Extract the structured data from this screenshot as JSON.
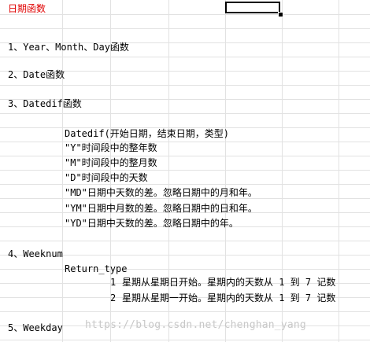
{
  "title": "日期函数",
  "sections": {
    "s1": "1、Year、Month、Day函数",
    "s2": "2、Date函数",
    "s3": "3、Datedif函数",
    "s4": "4、Weeknum",
    "s5": "5、Weekday"
  },
  "datedif": {
    "syntax": "Datedif(开始日期，结束日期，类型)",
    "lines": [
      "\"Y\"时间段中的整年数",
      "\"M\"时间段中的整月数",
      "\"D\"时间段中的天数",
      "\"MD\"日期中天数的差。忽略日期中的月和年。",
      "\"YM\"日期中月数的差。忽略日期中的日和年。",
      "\"YD\"日期中天数的差。忽略日期中的年。"
    ]
  },
  "weeknum": {
    "return_type_label": "Return_type",
    "options": [
      {
        "num": "1",
        "text": "星期从星期日开始。星期内的天数从 1 到 7 记数"
      },
      {
        "num": "2",
        "text": "星期从星期一开始。星期内的天数从 1 到 7 记数"
      }
    ]
  },
  "watermark": "https://blog.csdn.net/chenghan_yang",
  "colors": {
    "title": "#e00000",
    "grid": "#e2e2e2",
    "selection": "#000000"
  }
}
